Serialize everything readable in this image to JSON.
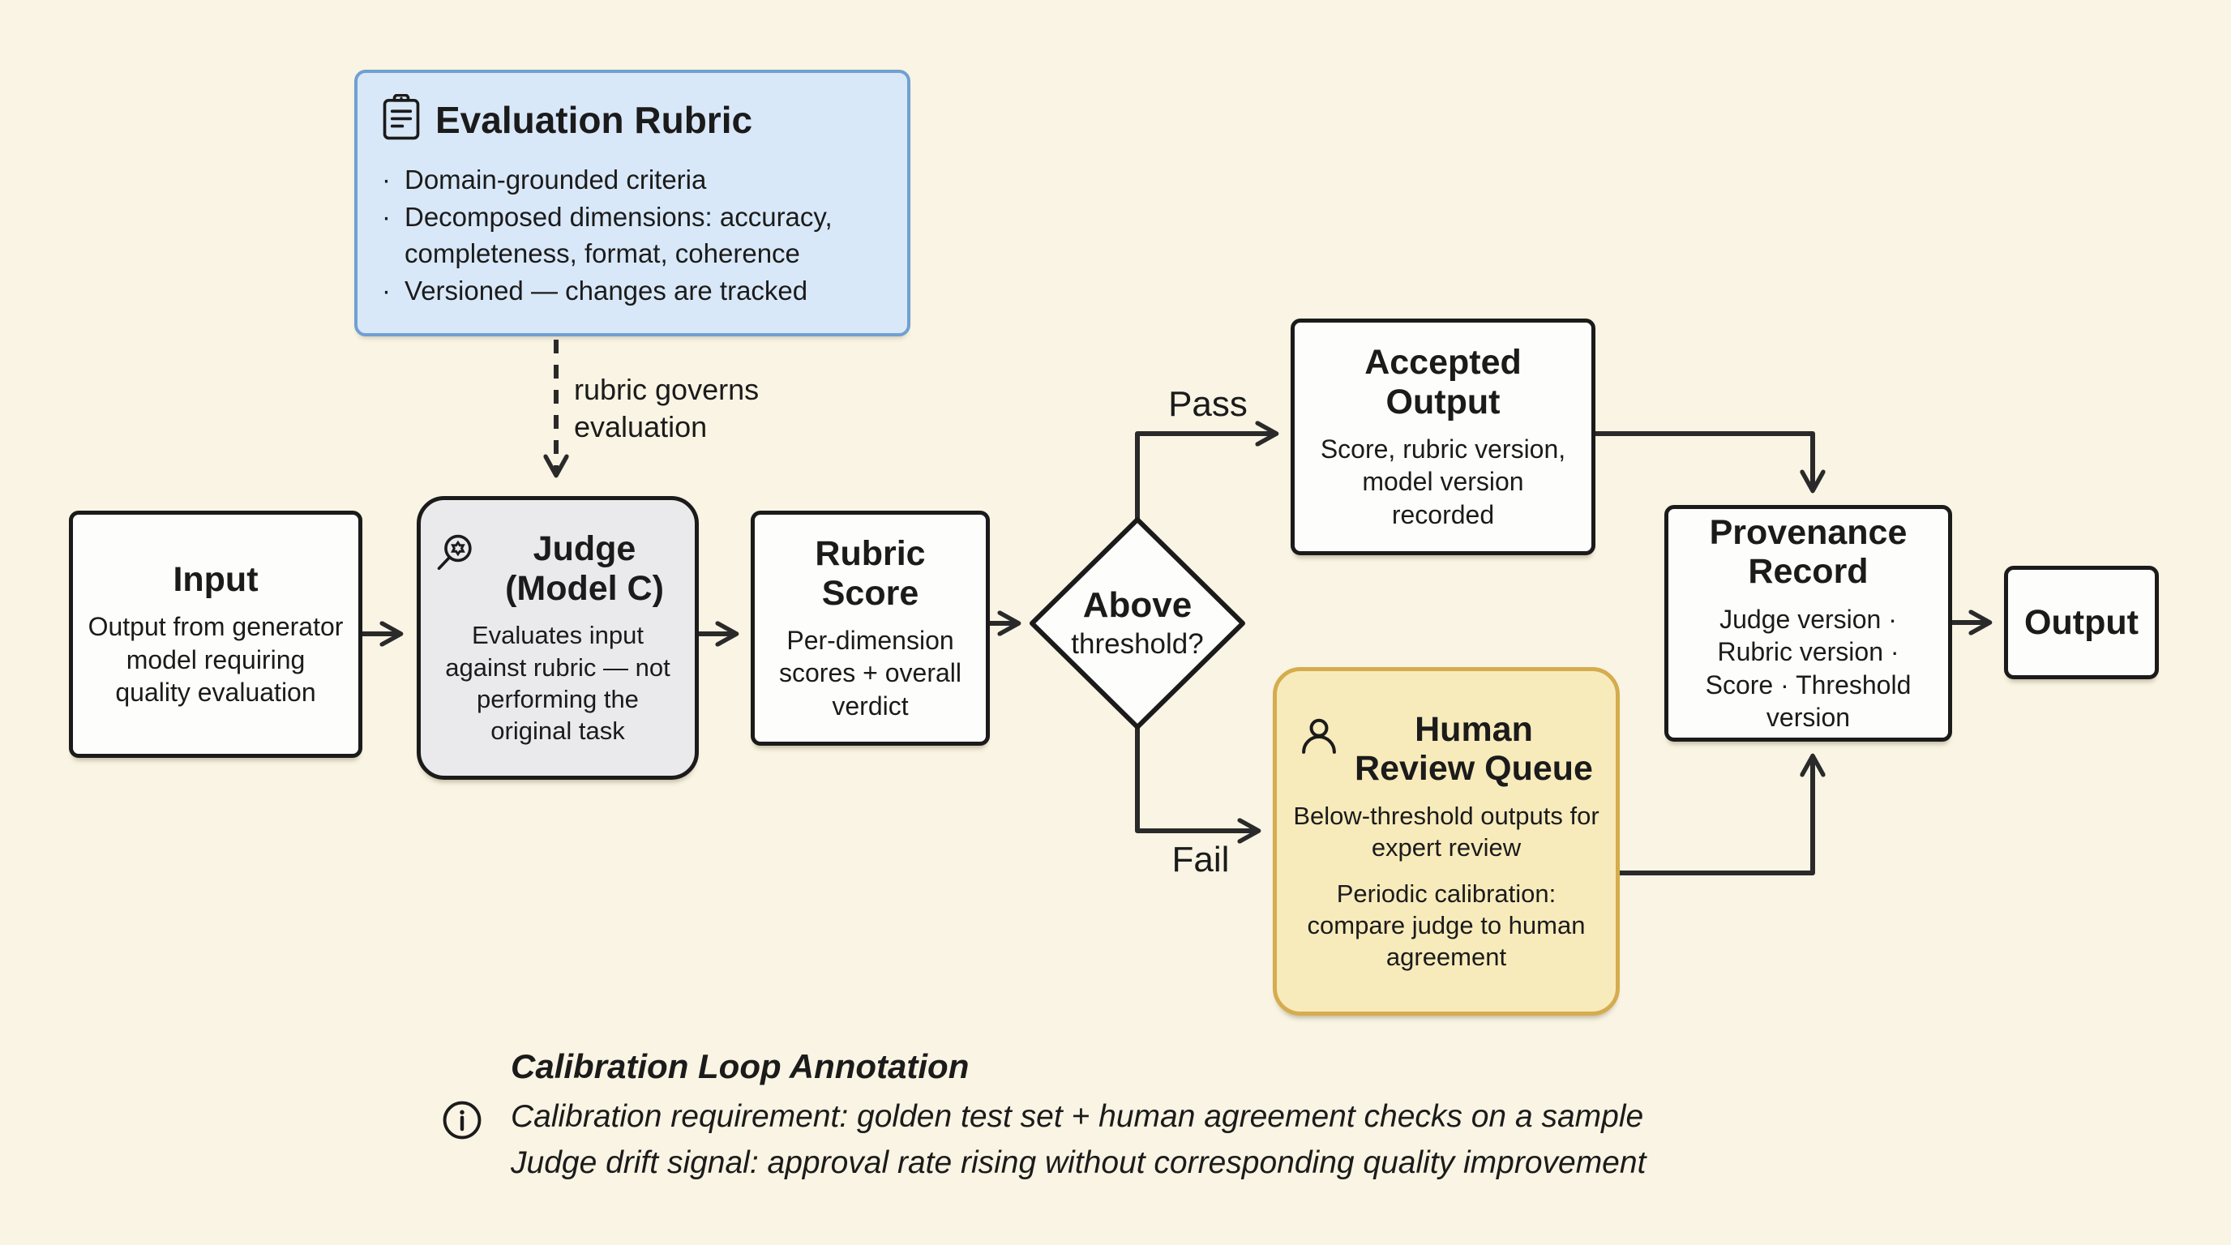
{
  "palette": {
    "background": "#F9F4E3",
    "node_fill": "#FDFDFB",
    "node_border": "#1B1B1B",
    "arrow": "#2A2A2A",
    "rubric_fill": "#D9E8F8",
    "rubric_border": "#6FA0D2",
    "judge_fill": "#EAEAEC",
    "review_fill": "#F8EBBB",
    "review_border": "#D5AC4E"
  },
  "rubric_panel": {
    "icon": "clipboard-icon",
    "title": "Evaluation Rubric",
    "bullet_marker": "·",
    "bullets": [
      "Domain-grounded criteria",
      "Decomposed dimensions: accuracy, completeness, format, coherence",
      "Versioned — changes are tracked"
    ]
  },
  "edge_labels": {
    "rubric_governs": "rubric governs evaluation",
    "pass": "Pass",
    "fail": "Fail"
  },
  "nodes": {
    "input": {
      "title": "Input",
      "body": "Output from generator model requiring quality evaluation"
    },
    "judge": {
      "icon": "magnifier-gear-icon",
      "title": "Judge (Model C)",
      "body": "Evaluates input against rubric — not performing the original task"
    },
    "score": {
      "title": "Rubric Score",
      "body": "Per-dimension scores + overall verdict"
    },
    "decision": {
      "title": "Above",
      "subtitle": "threshold?"
    },
    "accepted": {
      "title": "Accepted Output",
      "body": "Score, rubric version, model version recorded"
    },
    "review": {
      "icon": "person-icon",
      "title": "Human Review Queue",
      "body1": "Below-threshold outputs for expert review",
      "body2": "Periodic calibration: compare judge to human agreement"
    },
    "provenance": {
      "title": "Provenance Record",
      "body": "Judge version · Rubric version · Score · Threshold version"
    },
    "output": {
      "title": "Output"
    }
  },
  "annotation": {
    "icon": "info-icon",
    "title": "Calibration Loop Annotation",
    "line1": "Calibration requirement: golden test set + human agreement checks on a sample",
    "line2": "Judge drift signal: approval rate rising without corresponding quality improvement"
  }
}
